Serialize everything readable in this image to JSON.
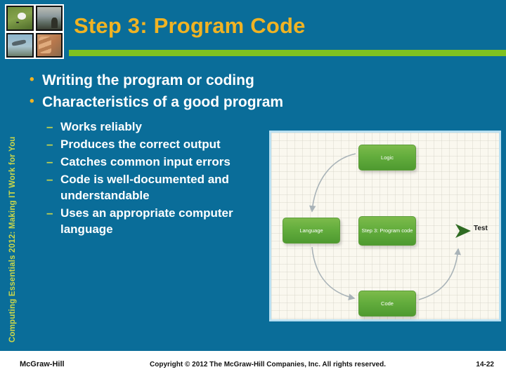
{
  "slide": {
    "title": "Step 3: Program Code",
    "vertical_title": "Computing Essentials 2012: Making IT Work for You",
    "colors": {
      "background": "#0a6d99",
      "title": "#f0b323",
      "accent_bar": "#7fc220",
      "bullet_marker": "#f0b323",
      "sub_bullet_marker": "#c9d64a",
      "node_green": "#62ac3c",
      "panel_border": "#b9e0f2",
      "panel_background": "#faf8ef"
    }
  },
  "logo": {
    "photos": [
      {
        "name": "golf-photo"
      },
      {
        "name": "beach-photo"
      },
      {
        "name": "airplane-photo"
      },
      {
        "name": "hand-photo"
      }
    ]
  },
  "content": {
    "bullets": [
      "Writing the program or coding",
      "Characteristics of a good program"
    ],
    "sub_bullets": [
      "Works reliably",
      "Produces the correct output",
      "Catches common input errors",
      "Code is well-documented and understandable",
      "Uses an appropriate computer language"
    ]
  },
  "diagram": {
    "nodes": [
      {
        "id": "logic",
        "label": "Logic"
      },
      {
        "id": "language",
        "label": "Language"
      },
      {
        "id": "center",
        "label": "Step 3: Program code"
      },
      {
        "id": "code",
        "label": "Code"
      }
    ],
    "output_label": "Test"
  },
  "footer": {
    "left": "McGraw-Hill",
    "copyright": "Copyright © 2012 The McGraw-Hill Companies, Inc. All rights reserved.",
    "page": "14-22"
  }
}
